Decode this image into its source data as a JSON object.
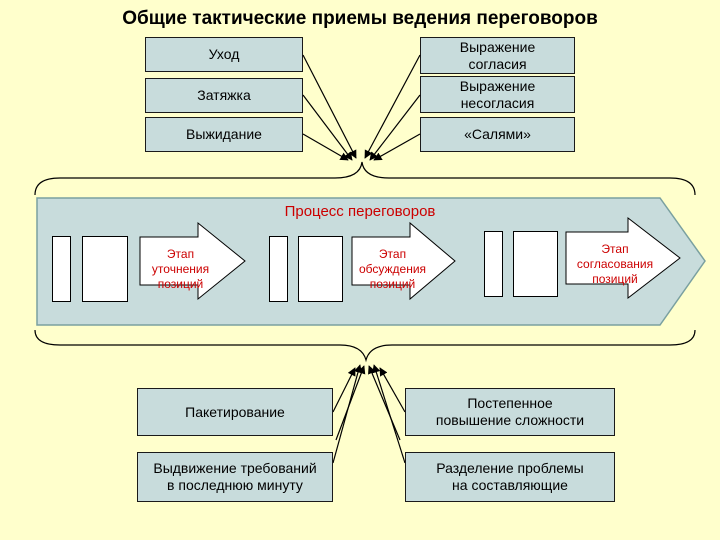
{
  "title": "Общие тактические приемы ведения переговоров",
  "top_left_boxes": [
    "Уход",
    "Затяжка",
    "Выжидание"
  ],
  "top_right_boxes": [
    "Выражение\nсогласия",
    "Выражение\nнесогласия",
    "«Салями»"
  ],
  "process": {
    "title": "Процесс переговоров",
    "stages": [
      "Этап\nуточнения\nпозиций",
      "Этап\nобсуждения\nпозиций",
      "Этап\nсогласования\nпозиций"
    ]
  },
  "bottom_left_boxes": [
    "Пакетирование",
    "Выдвижение требований\nв последнюю минуту"
  ],
  "bottom_right_boxes": [
    "Постепенное\nповышение сложности",
    "Разделение проблемы\nна составляющие"
  ],
  "colors": {
    "background": "#ffffcc",
    "box_fill": "#c8dcdc",
    "stage_text": "#cc0000",
    "process_title": "#cc0000"
  }
}
